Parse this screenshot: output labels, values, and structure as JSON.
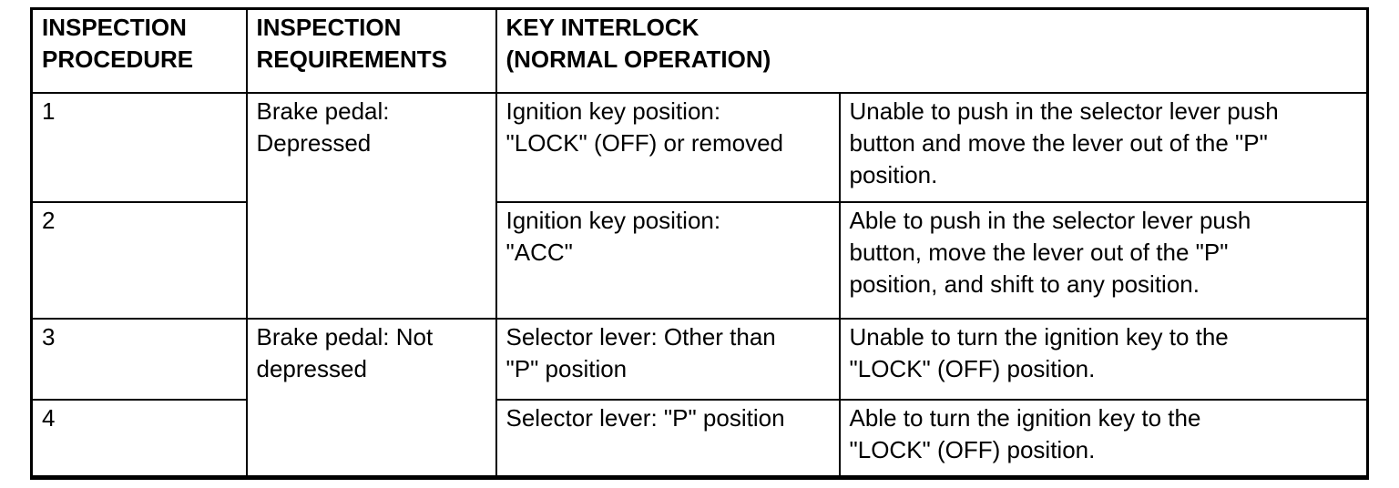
{
  "table": {
    "title_semantic": "key-interlock-inspection-table",
    "headers": {
      "inspection_procedure": "INSPECTION\nPROCEDURE",
      "inspection_requirements": "INSPECTION\nREQUIREMENTS",
      "key_interlock": "KEY INTERLOCK\n(NORMAL OPERATION)"
    },
    "rows": [
      {
        "procedure": "1",
        "requirement": "Brake pedal:\nDepressed",
        "condition": "Ignition key position:\n\"LOCK\" (OFF) or removed",
        "result": "Unable to push in the selector lever push\nbutton and move the lever out of the \"P\"\nposition."
      },
      {
        "procedure": "2",
        "condition": "Ignition key position:\n\"ACC\"",
        "result": "Able to push in the selector lever push\nbutton, move the lever out of the \"P\"\nposition, and shift to any position."
      },
      {
        "procedure": "3",
        "requirement": "Brake pedal: Not\ndepressed",
        "condition": "Selector lever: Other than\n\"P\" position",
        "result": "Unable to turn the ignition key to the\n\"LOCK\" (OFF) position."
      },
      {
        "procedure": "4",
        "condition": "Selector lever: \"P\" position",
        "result": "Able to turn the ignition key to the\n\"LOCK\" (OFF) position."
      }
    ]
  },
  "colors": {
    "text": "#000000",
    "border": "#000000",
    "background": "#ffffff"
  }
}
